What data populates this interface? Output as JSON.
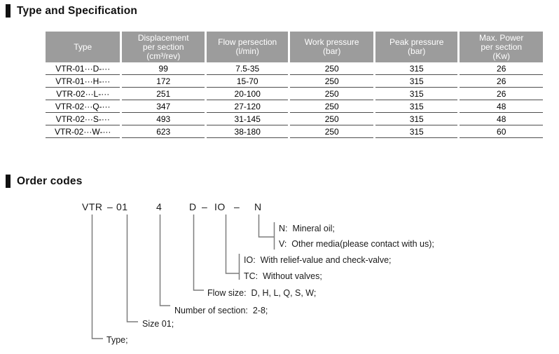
{
  "sections": {
    "spec_title": "Type and Specification",
    "order_title": "Order codes"
  },
  "table": {
    "headers": [
      "Type",
      "Displacement\nper section\n(cm³/rev)",
      "Flow persection\n(l/min)",
      "Work pressure\n(bar)",
      "Peak pressure\n(bar)",
      "Max. Power\nper section\n(Kw)"
    ],
    "rows": [
      [
        "VTR-01···D-···",
        "99",
        "7.5-35",
        "250",
        "315",
        "26"
      ],
      [
        "VTR-01···H-···",
        "172",
        "15-70",
        "250",
        "315",
        "26"
      ],
      [
        "VTR-02···L-···",
        "251",
        "20-100",
        "250",
        "315",
        "26"
      ],
      [
        "VTR-02···Q-···",
        "347",
        "27-120",
        "250",
        "315",
        "48"
      ],
      [
        "VTR-02···S-···",
        "493",
        "31-145",
        "250",
        "315",
        "48"
      ],
      [
        "VTR-02···W-···",
        "623",
        "38-180",
        "250",
        "315",
        "60"
      ]
    ]
  },
  "order_code": {
    "parts": [
      "VTR",
      "–",
      "01",
      "4",
      "D",
      "–",
      "IO",
      "–",
      "N"
    ],
    "labels": {
      "media_n": "N:  Mineral oil;",
      "media_v": "V:  Other media(please contact with us);",
      "valve_io": "IO:  With relief-value and check-valve;",
      "valve_tc": "TC:  Without valves;",
      "flow_size": "Flow size:  D, H, L, Q, S, W;",
      "num_section": "Number of section:  2-8;",
      "size": "Size 01;",
      "type": "Type;"
    }
  },
  "colors": {
    "table_header_bg": "#9c9c9c",
    "table_header_text": "#ffffff",
    "row_line": "#4d4d4d",
    "connector_line": "#7d7d7d",
    "title_bar": "#111111"
  }
}
